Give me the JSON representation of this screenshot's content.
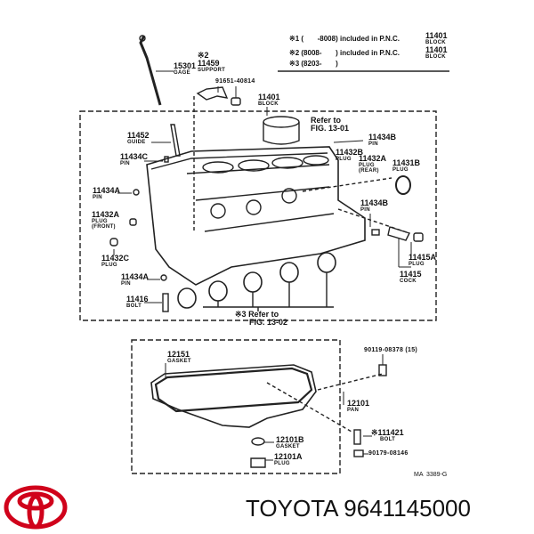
{
  "notes": [
    {
      "mark": "※1",
      "range": "(       -8008)",
      "text": "included in P.N.C.",
      "pnc": "11401",
      "pnc_name": "BLOCK"
    },
    {
      "mark": "※2",
      "range": "(8008-       )",
      "text": "included in P.N.C.",
      "pnc": "11401",
      "pnc_name": "BLOCK"
    },
    {
      "mark": "※3",
      "range": "(8203-       )"
    }
  ],
  "parts": {
    "p15301": {
      "num": "15301",
      "name": "GAGE"
    },
    "p11459": {
      "mark": "※2",
      "num": "11459",
      "name": "SUPPORT"
    },
    "p91651": {
      "num": "91651-40814"
    },
    "p11401": {
      "num": "11401",
      "name": "BLOCK"
    },
    "p11452": {
      "num": "11452",
      "name": "GUIDE"
    },
    "p11434C": {
      "num": "11434C",
      "name": "PIN"
    },
    "p11434B_top": {
      "num": "11434B",
      "name": "PIN"
    },
    "p11432B": {
      "num": "11432B",
      "name": "PLUG"
    },
    "p11432A_rear": {
      "num": "11432A",
      "name": "PLUG",
      "sub": "(REAR)"
    },
    "p11431B": {
      "num": "11431B",
      "name": "PLUG"
    },
    "p11434A_1": {
      "num": "11434A",
      "name": "PIN"
    },
    "p11432A_front": {
      "num": "11432A",
      "name": "PLUG",
      "sub": "(FRONT)"
    },
    "p11434B": {
      "num": "11434B",
      "name": "PIN"
    },
    "p11432C": {
      "num": "11432C",
      "name": "PLUG"
    },
    "p11415A": {
      "num": "11415A",
      "name": "PLUG"
    },
    "p11415": {
      "num": "11415",
      "name": "COCK"
    },
    "p11434A_2": {
      "num": "11434A",
      "name": "PIN"
    },
    "p11416": {
      "num": "11416",
      "name": "BOLT"
    },
    "p12151": {
      "num": "12151",
      "name": "GASKET"
    },
    "p90119": {
      "num": "90119-08378 (15)"
    },
    "p12101": {
      "num": "12101",
      "name": "PAN"
    },
    "p11421": {
      "mark": "※1",
      "num": "11421",
      "name": "BOLT"
    },
    "p12101B": {
      "num": "12101B",
      "name": "GASKET"
    },
    "p12101A": {
      "num": "12101A",
      "name": "PLUG"
    },
    "p90179": {
      "num": "90179-08146"
    }
  },
  "refs": {
    "fig1301": {
      "l1": "Refer to",
      "l2": "FIG. 13-01"
    },
    "fig1302": {
      "mark": "※3",
      "l1": "Refer to",
      "l2": "FIG. 13-02"
    }
  },
  "diagram_code": "MA  3389-G",
  "brand": {
    "text": "TOYOTA 9641145000",
    "logo": "toyota-logo",
    "color": "#d0021b"
  }
}
